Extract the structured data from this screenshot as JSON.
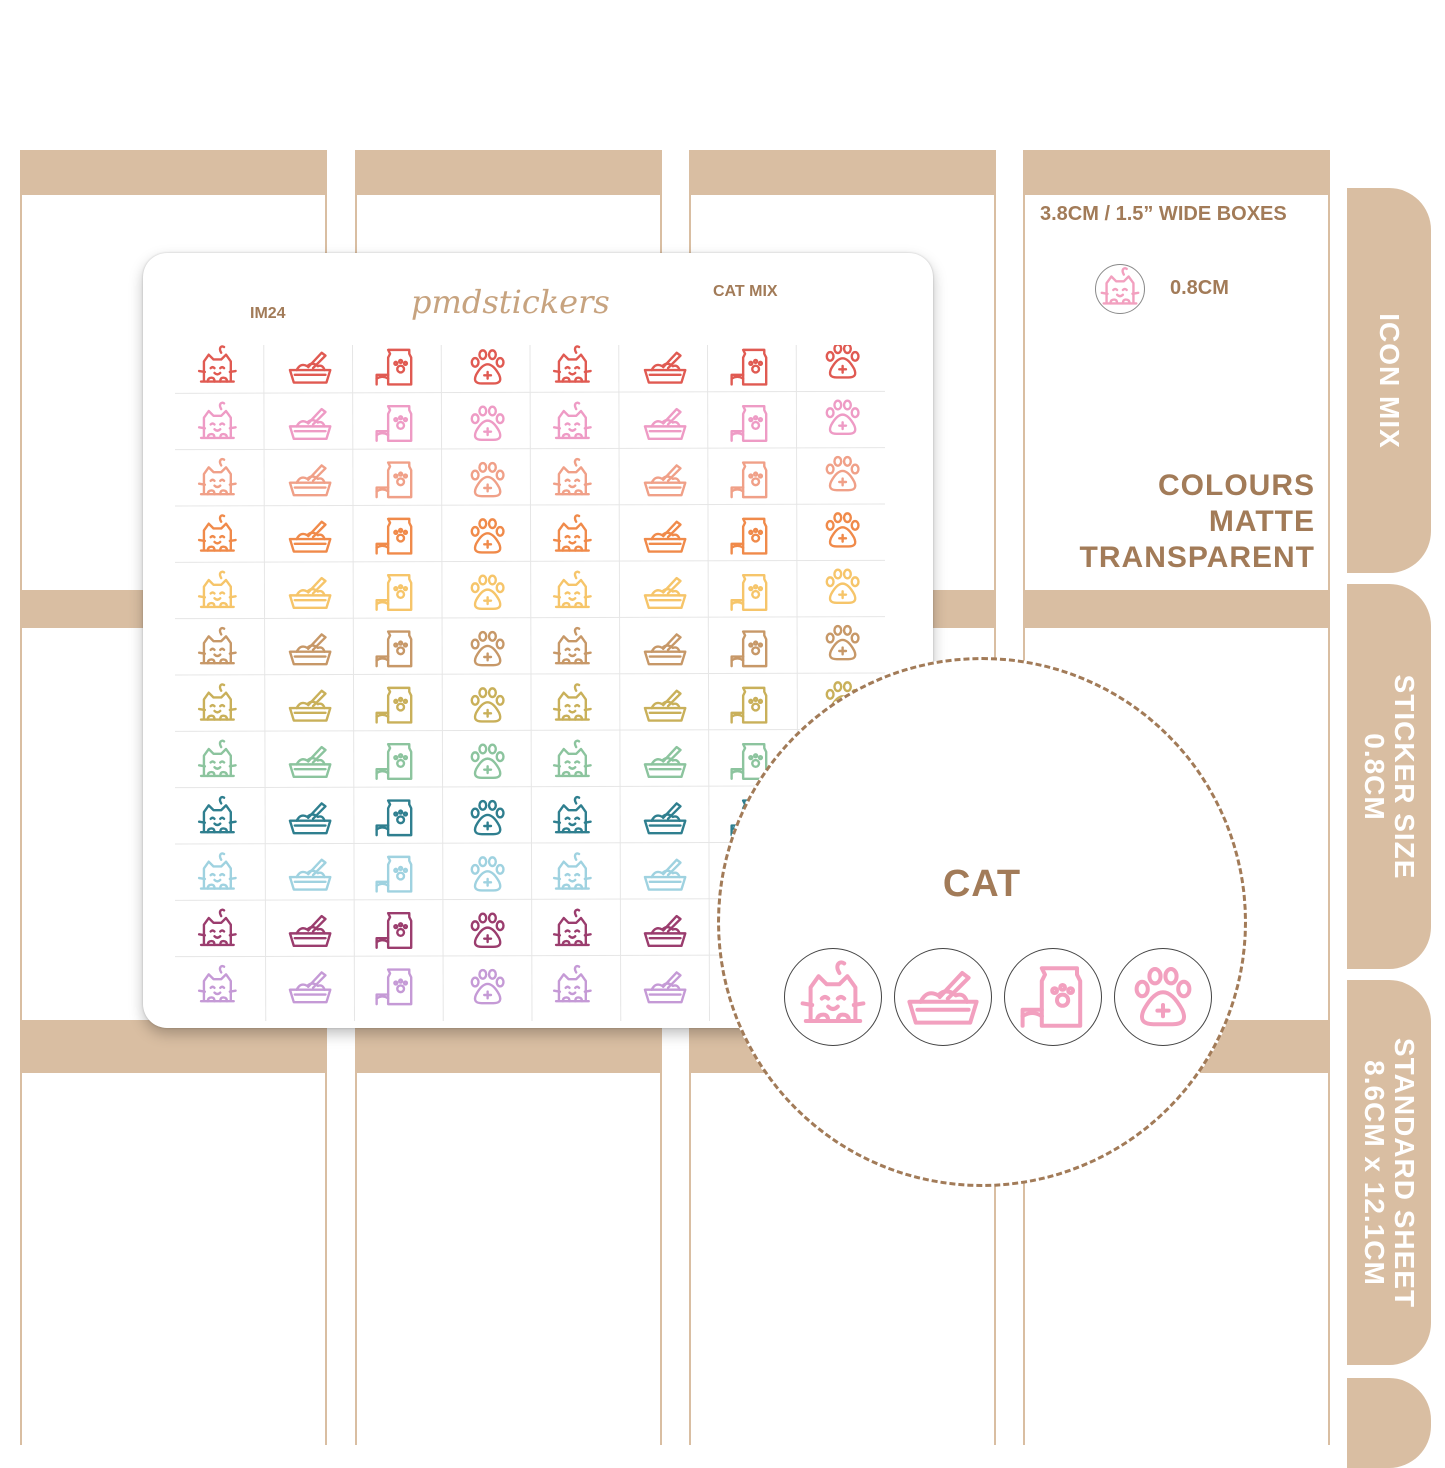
{
  "sheet": {
    "code": "IM24",
    "brand": "pmdstickers",
    "name": "CAT MIX",
    "row_colors": [
      "#e05a52",
      "#ee9bc5",
      "#f0a088",
      "#f08a4a",
      "#f6c56a",
      "#c79868",
      "#c9b05a",
      "#8cc49e",
      "#2f7f8f",
      "#9fd2e0",
      "#9b3d6e",
      "#c59ad6"
    ],
    "icon_sequence": [
      "cat-icon",
      "litter-box-icon",
      "cat-food-bag-icon",
      "paw-plus-icon"
    ]
  },
  "info": {
    "box_width": "3.8CM / 1.5” WIDE BOXES",
    "icon_size": "0.8CM",
    "features": [
      "COLOURS",
      "MATTE",
      "TRANSPARENT"
    ]
  },
  "tabs": [
    {
      "label": "ICON MIX"
    },
    {
      "label": "STICKER SIZE\n0.8CM"
    },
    {
      "label": "STANDARD SHEET\n8.6CM x 12.1CM"
    }
  ],
  "bubble": {
    "title": "CAT",
    "icons": [
      "cat-icon",
      "litter-box-icon",
      "cat-food-bag-icon",
      "paw-plus-icon"
    ],
    "icon_color": "#f2a0bf"
  },
  "colors": {
    "tan": "#d9bea2",
    "brown": "#a27b58"
  }
}
